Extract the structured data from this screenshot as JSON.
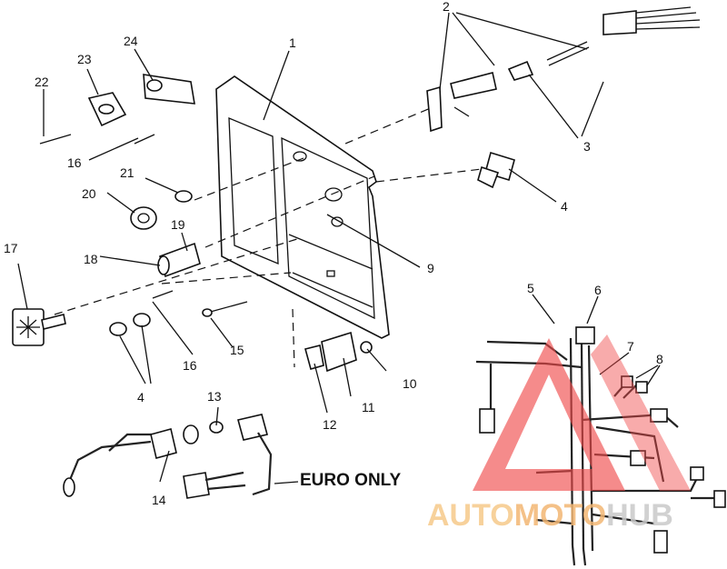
{
  "diagram": {
    "callouts": {
      "c1": "1",
      "c2": "2",
      "c3": "3",
      "c4a": "4",
      "c4b": "4",
      "c5": "5",
      "c6": "6",
      "c7": "7",
      "c8": "8",
      "c9": "9",
      "c10": "10",
      "c11": "11",
      "c12": "12",
      "c13": "13",
      "c14": "14",
      "c15": "15",
      "c16a": "16",
      "c16b": "16",
      "c17": "17",
      "c18": "18",
      "c19": "19",
      "c20": "20",
      "c21": "21",
      "c22": "22",
      "c23": "23",
      "c24": "24"
    },
    "euro_label": "EURO ONLY"
  },
  "watermark": {
    "part1": "AUTO",
    "part2": "MOTO",
    "part3": "HUB",
    "colors": {
      "auto": "#f6c98a",
      "moto": "#f3b774",
      "hub": "#c9c9c9",
      "triangle": "#ef4a4a"
    }
  }
}
